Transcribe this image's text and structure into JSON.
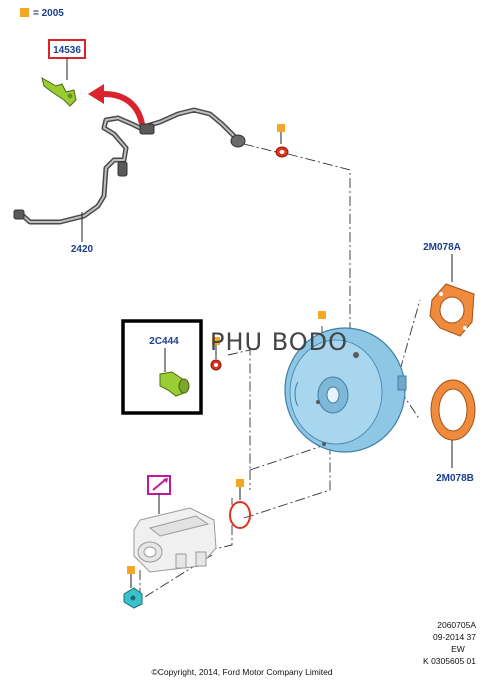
{
  "legend": {
    "text": "= 2005",
    "marker_color": "#f5a623"
  },
  "parts": {
    "p14536": "14536",
    "p2420": "2420",
    "p2M078A": "2M078A",
    "p2M078B": "2M078B",
    "p2C444": "2C444"
  },
  "watermark": "PHU BODO",
  "footer": {
    "code": "2060705A",
    "date": "09-2014 37",
    "region": "EW",
    "ref": "K 0305605 01",
    "copyright": "©Copyright, 2014, Ford Motor Company Limited"
  },
  "colors": {
    "part_number": "#1b3f8f",
    "booster": "#8ec7e6",
    "gasket": "#f08a3c",
    "green_part": "#9acd32",
    "seal_red": "#e2321d",
    "highlight_red": "#d9232d",
    "highlight_magenta": "#c4169b",
    "legend_marker": "#f5a623"
  }
}
